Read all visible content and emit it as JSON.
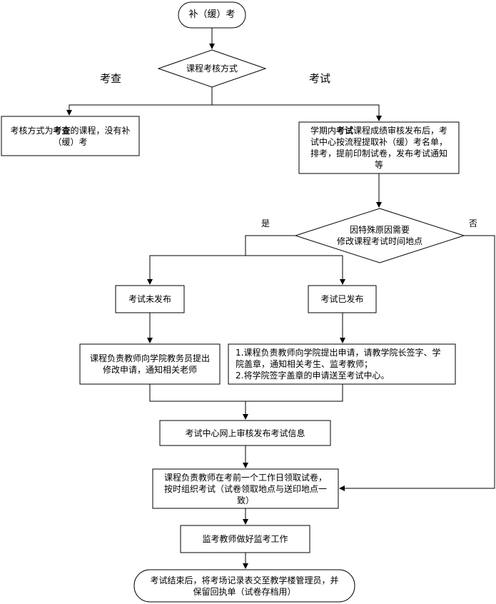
{
  "diagram": {
    "start": "补（缓）考",
    "decision_method": "课程考核方式",
    "branch_check": "考查",
    "branch_exam": "考试",
    "check_result": {
      "pre": "考核方式为",
      "bold": "考查",
      "post": "的课程，没有补（缓）考"
    },
    "exam_publish": {
      "pre": "学期内",
      "bold": "考试",
      "post": "课程成绩审核发布后，考试中心按流程提取补（缓）考名单，排考，提前印制试卷，发布考试通知等"
    },
    "decision_change": "因特殊原因需要\n修改课程考试时间地点",
    "yes_label": "是",
    "no_label": "否",
    "not_published": "考试未发布",
    "published": "考试已发布",
    "not_published_action": "课程负责教师向学院教务员提出修改申请，通知相关老师",
    "published_action": "1.课程负责教师向学院提出申请，请教学院长签字、学院盖章，通知相关考生、监考教师；\n2.将学院签字盖章的申请送至考试中心。",
    "center_review": "考试中心网上审核发布考试信息",
    "collect_papers": "课程负责教师在考前一个工作日领取试卷，按时组织考试（试卷领取地点与送印地点一致）",
    "invigilate": "监考教师做好监考工作",
    "end": "考试结束后，将考场记录表交至教学楼管理员，并保留回执单（试卷存档用）"
  }
}
